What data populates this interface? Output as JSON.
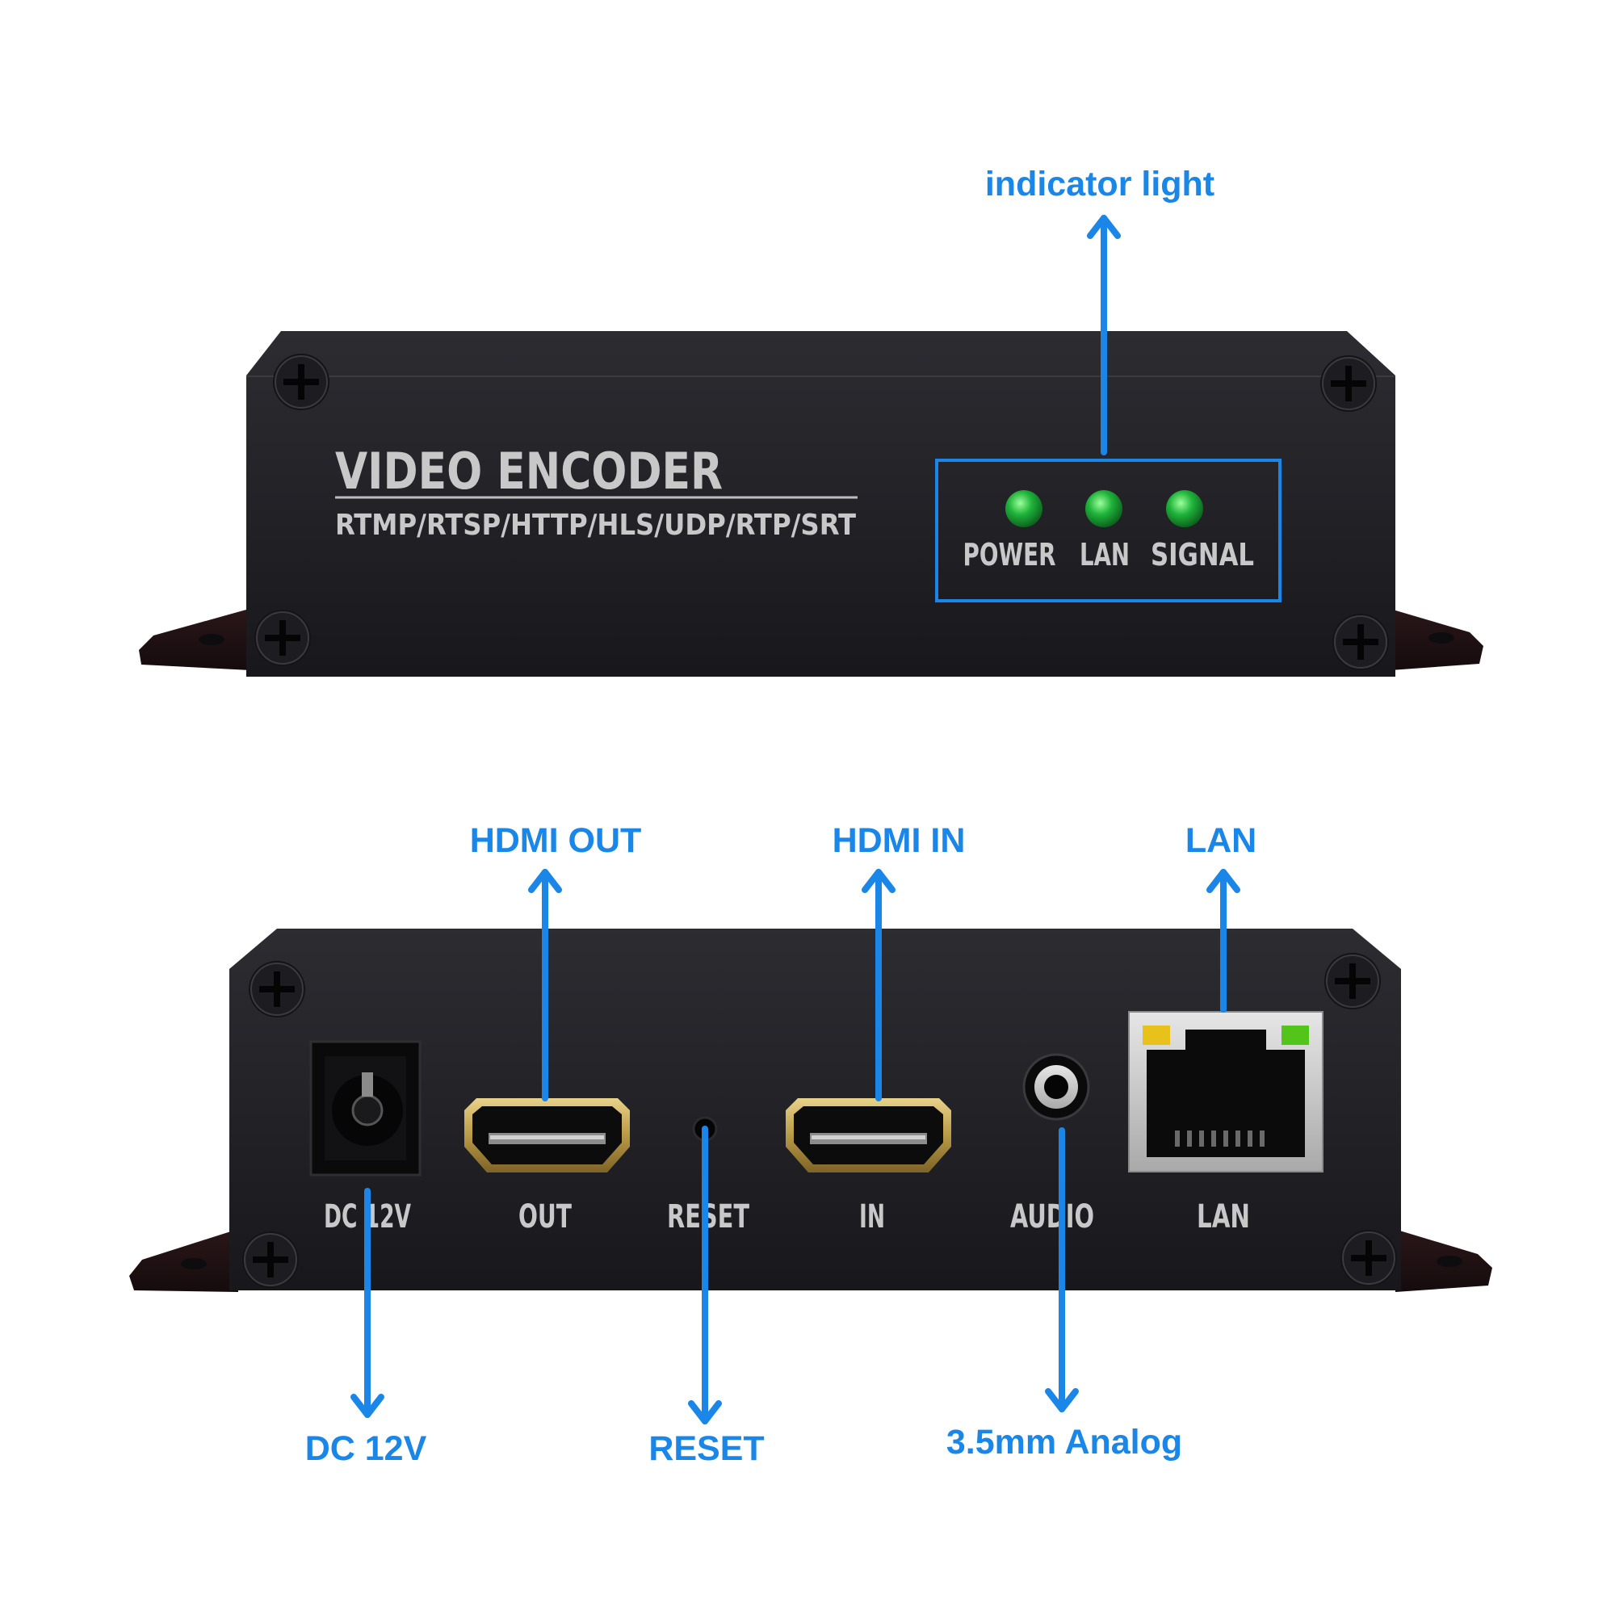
{
  "accent_color": "#1a86e8",
  "front_panel": {
    "title": "VIDEO ENCODER",
    "protocols": "RTMP/RTSP/HTTP/HLS/UDP/RTP/SRT",
    "indicators": [
      {
        "label": "POWER",
        "color": "#1fb33a"
      },
      {
        "label": "LAN",
        "color": "#1fb33a"
      },
      {
        "label": "SIGNAL",
        "color": "#1fb33a"
      }
    ]
  },
  "rear_panel": {
    "port_labels": {
      "dc": "DC 12V",
      "out": "OUT",
      "reset": "RESET",
      "in": "IN",
      "audio": "AUDIO",
      "lan": "LAN"
    },
    "lan_leds": {
      "left": "#e8c21a",
      "right": "#52c41a"
    }
  },
  "callouts": {
    "indicator": "indicator light",
    "hdmi_out": "HDMI OUT",
    "hdmi_in": "HDMI IN",
    "lan": "LAN",
    "dc": "DC 12V",
    "reset": "RESET",
    "audio": "3.5mm Analog"
  }
}
